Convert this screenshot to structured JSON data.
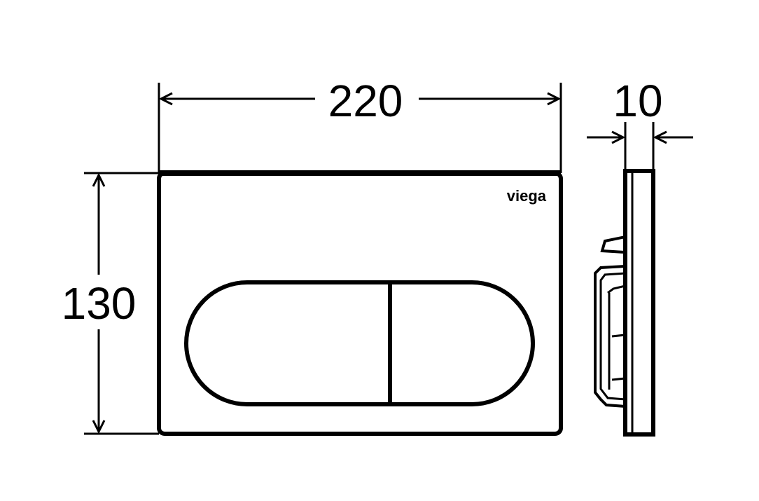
{
  "drawing": {
    "width_label": "220",
    "height_label": "130",
    "depth_label": "10",
    "brand_logo": "viega",
    "line_color": "#000000",
    "background_color": "#ffffff"
  }
}
